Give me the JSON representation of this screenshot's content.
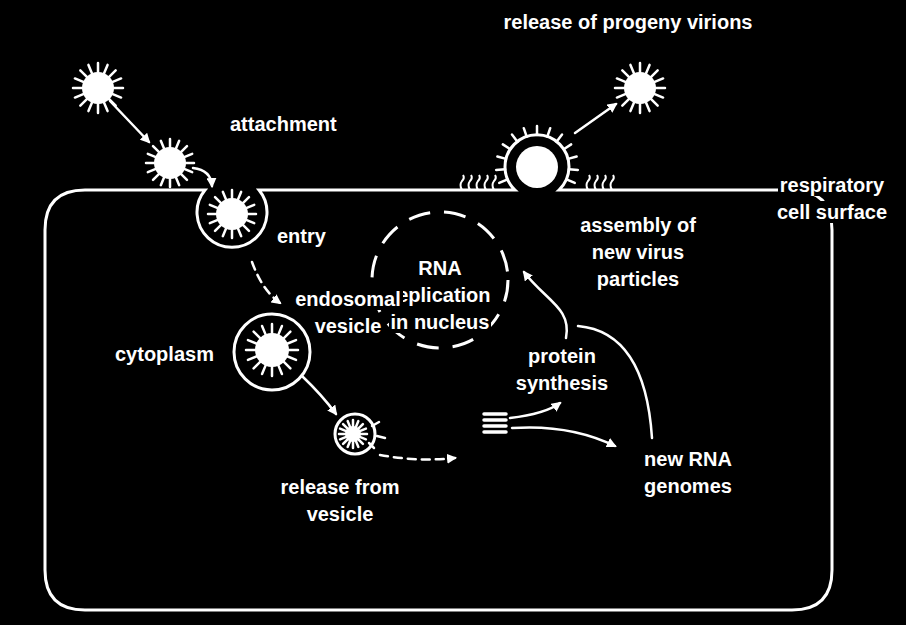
{
  "diagram": {
    "nodes": [
      {
        "text": [
          "respiratory cell surface"
        ]
      },
      {
        "text": [
          "RNA replication in nucleus"
        ],
        "in": 0
      }
    ],
    "labels": [
      "release of progeny virions",
      "attachment",
      "entry",
      "endosomal vesicle",
      "cytoplasm",
      "release from vesicle",
      "protein synthesis",
      "new RNA genomes",
      "assembly of new virus particles"
    ]
  }
}
